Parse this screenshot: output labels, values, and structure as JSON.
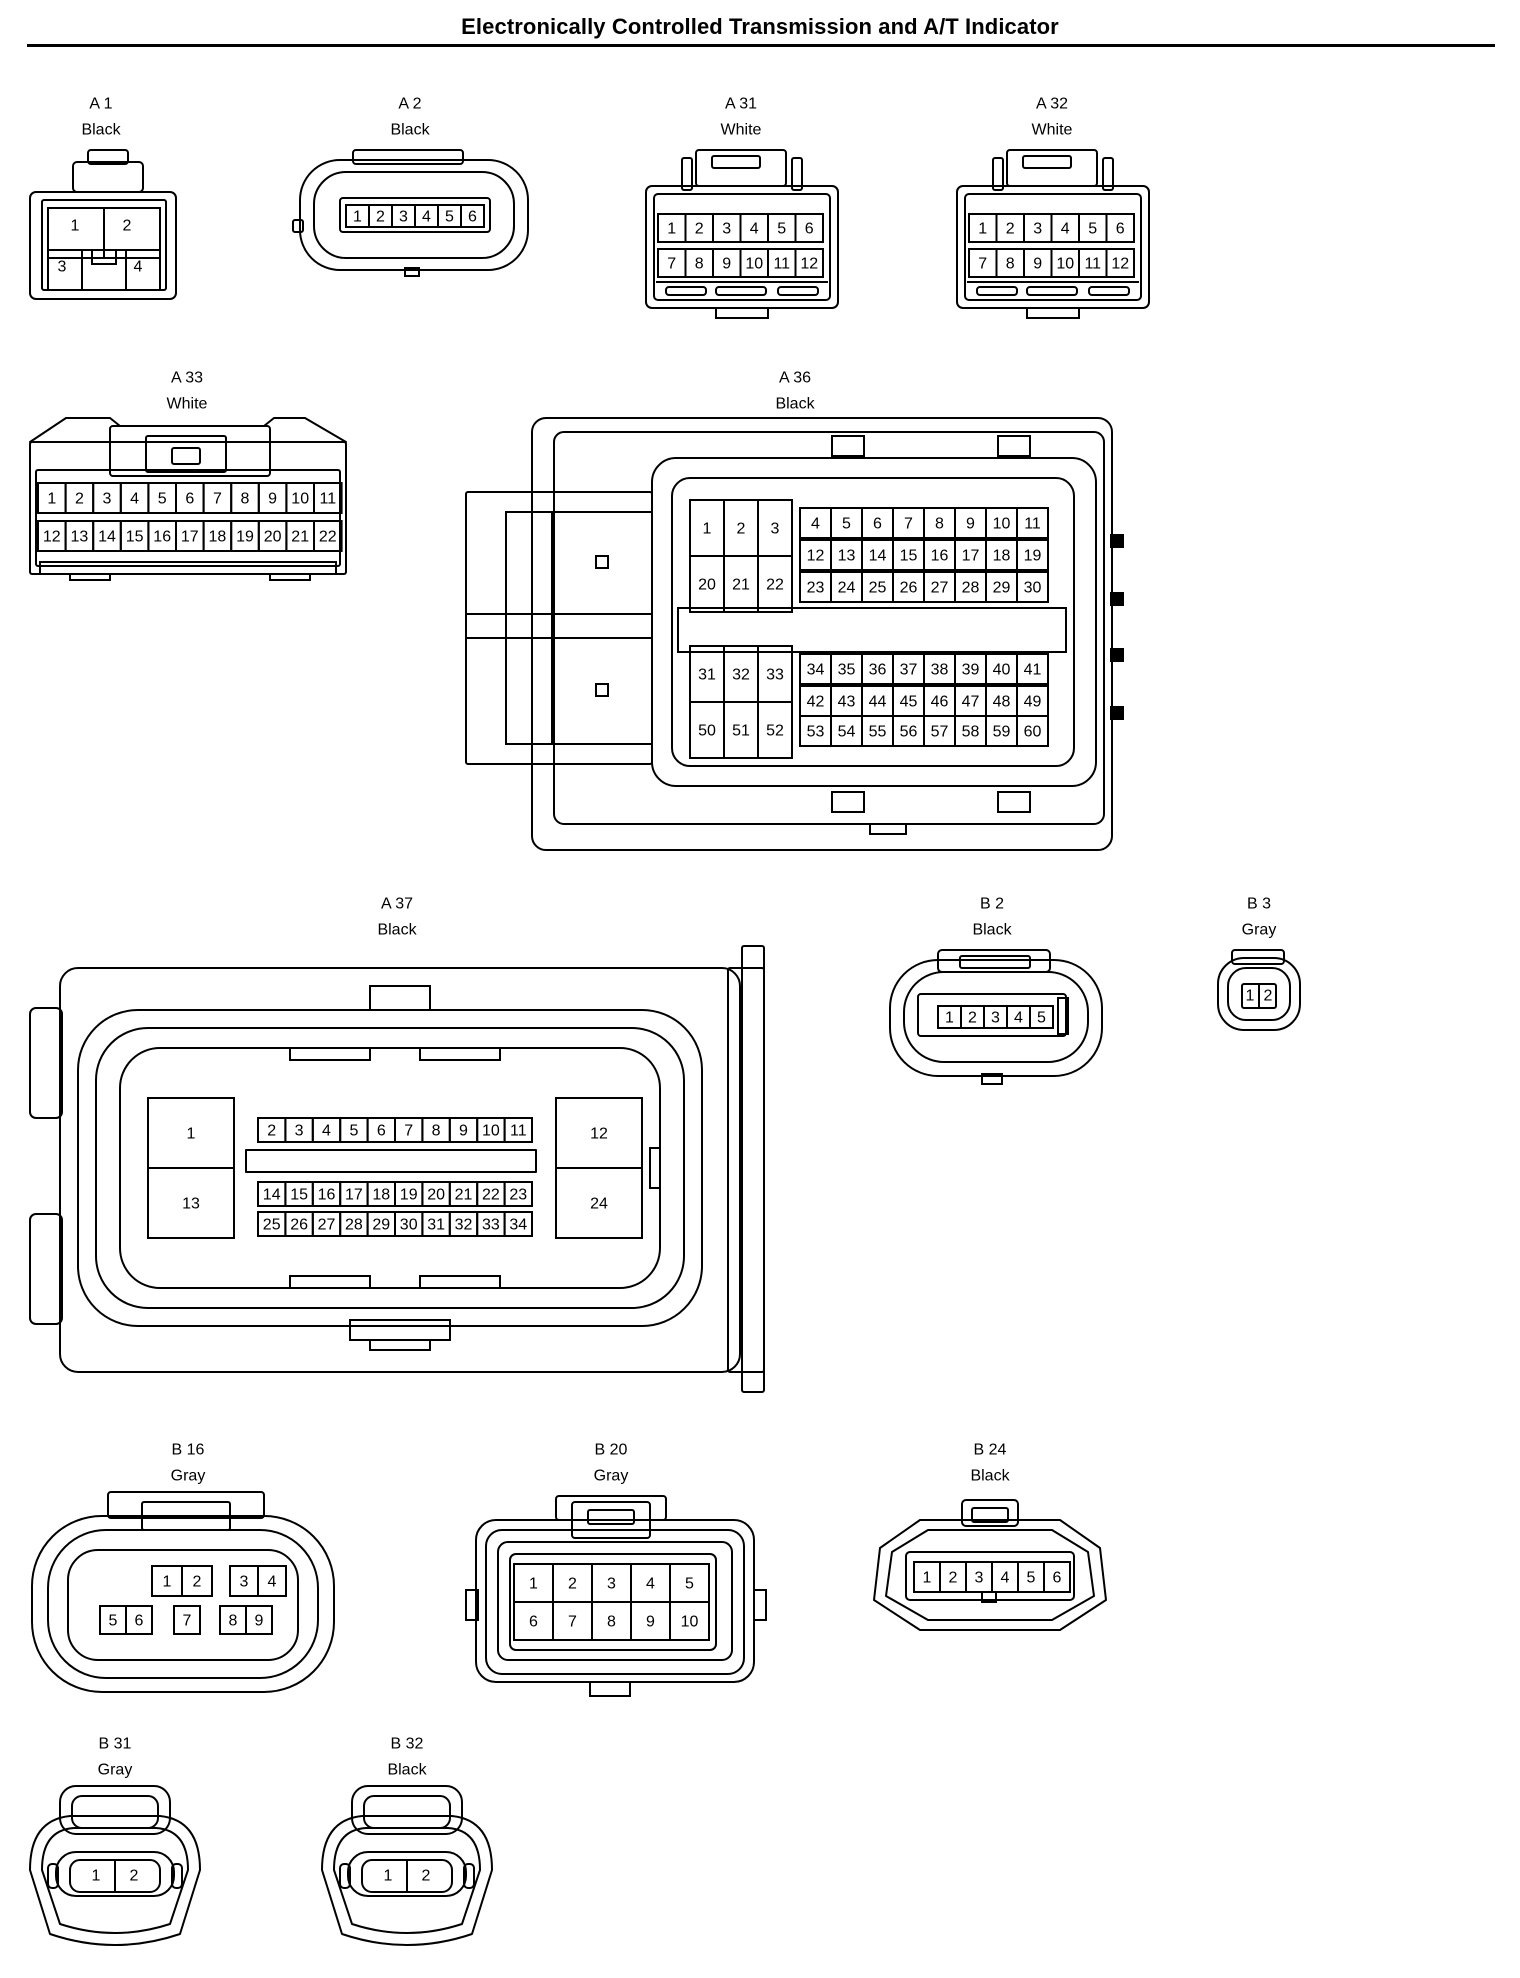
{
  "title": "Electronically Controlled Transmission and A/T Indicator",
  "colors": {
    "line": "#000000",
    "background": "#ffffff"
  },
  "connectors": {
    "A1": {
      "name": "A 1",
      "color": "Black",
      "pins": [
        "1",
        "2",
        "3",
        "4"
      ]
    },
    "A2": {
      "name": "A 2",
      "color": "Black",
      "pins": [
        "1",
        "2",
        "3",
        "4",
        "5",
        "6"
      ]
    },
    "A31": {
      "name": "A 31",
      "color": "White",
      "pins": [
        "1",
        "2",
        "3",
        "4",
        "5",
        "6",
        "7",
        "8",
        "9",
        "10",
        "11",
        "12"
      ]
    },
    "A32": {
      "name": "A 32",
      "color": "White",
      "pins": [
        "1",
        "2",
        "3",
        "4",
        "5",
        "6",
        "7",
        "8",
        "9",
        "10",
        "11",
        "12"
      ]
    },
    "A33": {
      "name": "A 33",
      "color": "White",
      "pins": [
        "1",
        "2",
        "3",
        "4",
        "5",
        "6",
        "7",
        "8",
        "9",
        "10",
        "11",
        "12",
        "13",
        "14",
        "15",
        "16",
        "17",
        "18",
        "19",
        "20",
        "21",
        "22"
      ]
    },
    "A36": {
      "name": "A 36",
      "color": "Black",
      "pins": [
        "1",
        "2",
        "3",
        "4",
        "5",
        "6",
        "7",
        "8",
        "9",
        "10",
        "11",
        "12",
        "13",
        "14",
        "15",
        "16",
        "17",
        "18",
        "19",
        "20",
        "21",
        "22",
        "23",
        "24",
        "25",
        "26",
        "27",
        "28",
        "29",
        "30",
        "31",
        "32",
        "33",
        "34",
        "35",
        "36",
        "37",
        "38",
        "39",
        "40",
        "41",
        "42",
        "43",
        "44",
        "45",
        "46",
        "47",
        "48",
        "49",
        "50",
        "51",
        "52",
        "53",
        "54",
        "55",
        "56",
        "57",
        "58",
        "59",
        "60"
      ]
    },
    "A37": {
      "name": "A 37",
      "color": "Black",
      "pins": [
        "1",
        "2",
        "3",
        "4",
        "5",
        "6",
        "7",
        "8",
        "9",
        "10",
        "11",
        "12",
        "13",
        "14",
        "15",
        "16",
        "17",
        "18",
        "19",
        "20",
        "21",
        "22",
        "23",
        "24",
        "25",
        "26",
        "27",
        "28",
        "29",
        "30",
        "31",
        "32",
        "33",
        "34"
      ]
    },
    "B2": {
      "name": "B 2",
      "color": "Black",
      "pins": [
        "1",
        "2",
        "3",
        "4",
        "5"
      ]
    },
    "B3": {
      "name": "B 3",
      "color": "Gray",
      "pins": [
        "1",
        "2"
      ]
    },
    "B16": {
      "name": "B 16",
      "color": "Gray",
      "pins": [
        "1",
        "2",
        "3",
        "4",
        "5",
        "6",
        "7",
        "8",
        "9"
      ]
    },
    "B20": {
      "name": "B 20",
      "color": "Gray",
      "pins": [
        "1",
        "2",
        "3",
        "4",
        "5",
        "6",
        "7",
        "8",
        "9",
        "10"
      ]
    },
    "B24": {
      "name": "B 24",
      "color": "Black",
      "pins": [
        "1",
        "2",
        "3",
        "4",
        "5",
        "6"
      ]
    },
    "B31": {
      "name": "B 31",
      "color": "Gray",
      "pins": [
        "1",
        "2"
      ]
    },
    "B32": {
      "name": "B 32",
      "color": "Black",
      "pins": [
        "1",
        "2"
      ]
    }
  }
}
